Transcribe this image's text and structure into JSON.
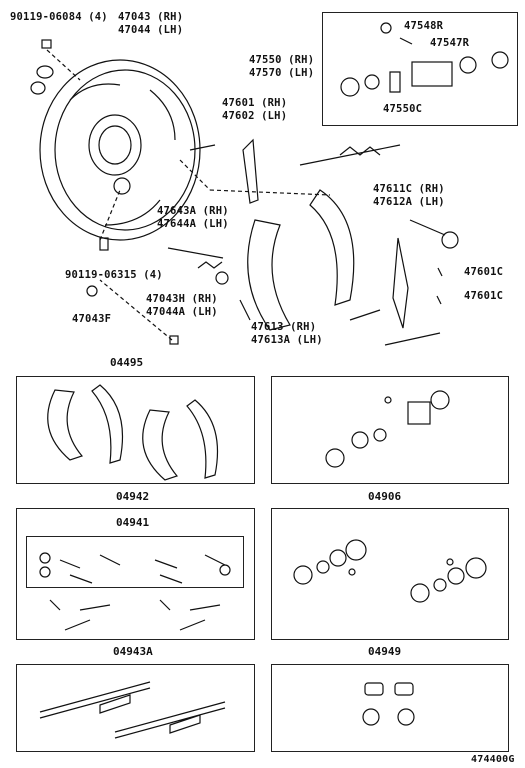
{
  "labels": {
    "bolt_main": "90119-06084 (4)",
    "backing_rh": "47043 (RH)",
    "backing_lh": "47044 (LH)",
    "cyl_548r": "47548R",
    "cyl_547r": "47547R",
    "cyl_rh": "47550 (RH)",
    "cyl_lh": "47570 (LH)",
    "cyl_550c": "47550C",
    "lever_rh": "47601 (RH)",
    "lever_lh": "47602 (LH)",
    "strut_rh": "47643A (RH)",
    "strut_lh": "47644A (LH)",
    "pin_rh": "47611C (RH)",
    "pin_lh": "47612A (LH)",
    "bolt_315": "90119-06315 (4)",
    "clip_a": "47601C",
    "clip_b": "47601C",
    "plug": "47043F",
    "adj_rh": "47043H (RH)",
    "adj_lh": "47044A (LH)",
    "spring_rh": "47613 (RH)",
    "spring_lh": "47613A (LH)"
  },
  "kits": {
    "k04495": "04495",
    "k04942": "04942",
    "k04941": "04941",
    "k04906": "04906",
    "k04943a": "04943A",
    "k04949": "04949"
  },
  "figure_id": "474400G"
}
